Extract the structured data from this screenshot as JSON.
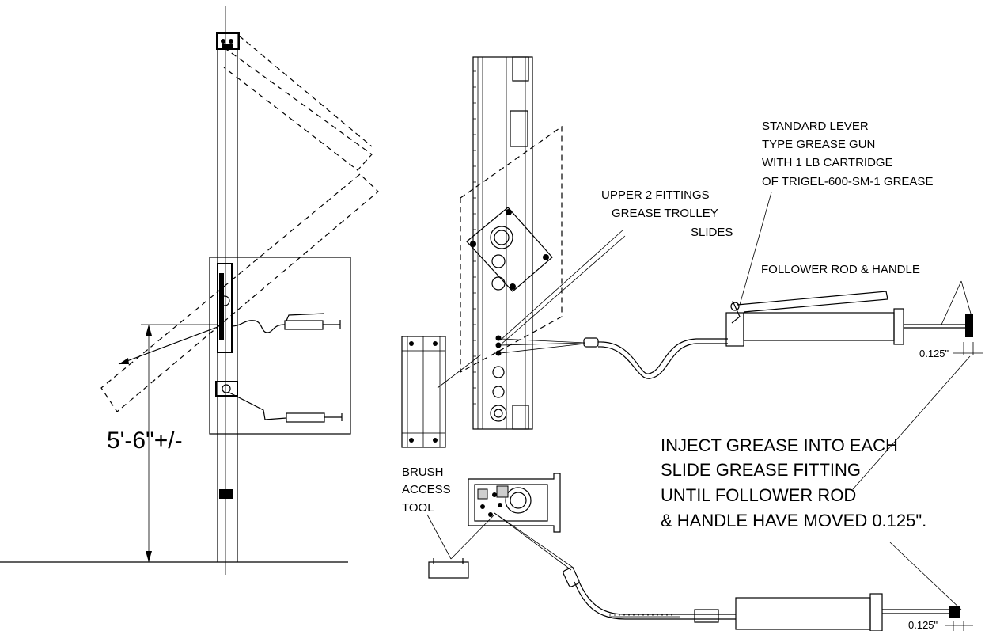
{
  "labels": {
    "height_dim": "5'-6\"+/-",
    "grease_gun_note": [
      "STANDARD LEVER",
      "TYPE GREASE GUN",
      "WITH 1 LB CARTRIDGE",
      "OF TRIGEL-600-SM-1 GREASE"
    ],
    "upper_fittings_note": [
      "UPPER 2 FITTINGS",
      "GREASE TROLLEY",
      "SLIDES"
    ],
    "follower_rod_note": "FOLLOWER ROD & HANDLE",
    "offset_top": "0.125\"",
    "offset_bottom": "0.125\"",
    "inject_note": [
      "INJECT GREASE INTO EACH",
      "SLIDE GREASE FITTING",
      "UNTIL FOLLOWER ROD",
      "& HANDLE HAVE MOVED 0.125\"."
    ],
    "brush_tool_note": [
      "BRUSH",
      "ACCESS",
      "TOOL"
    ]
  }
}
